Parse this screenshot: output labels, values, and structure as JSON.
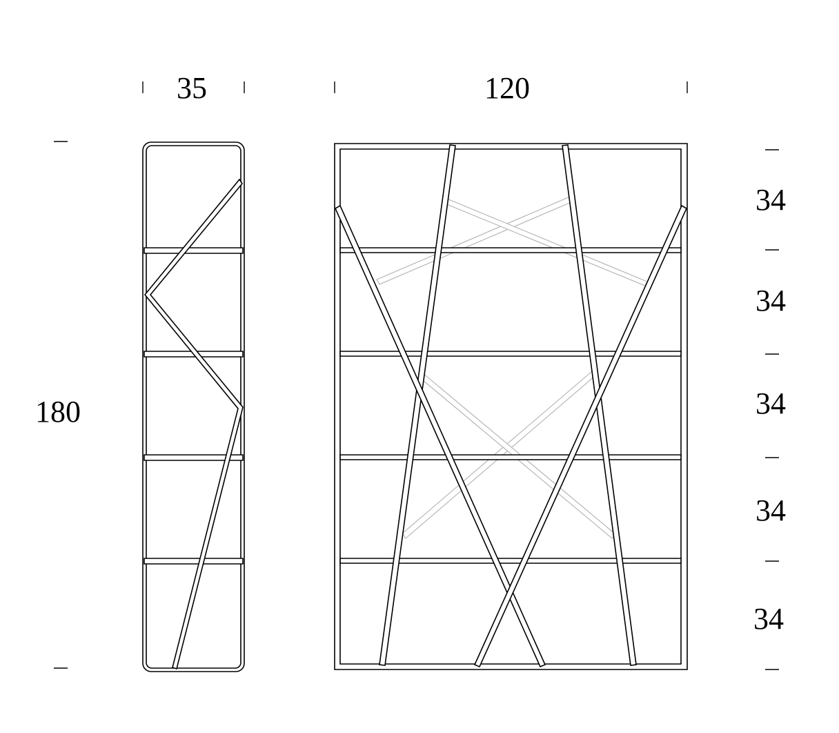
{
  "dimensions": {
    "depth": "35",
    "width": "120",
    "height": "180",
    "shelf_spacing": [
      "34",
      "34",
      "34",
      "34",
      "34"
    ]
  },
  "colors": {
    "line": "#000000",
    "rear_rod": "#b0b0b0",
    "background": "#ffffff"
  }
}
